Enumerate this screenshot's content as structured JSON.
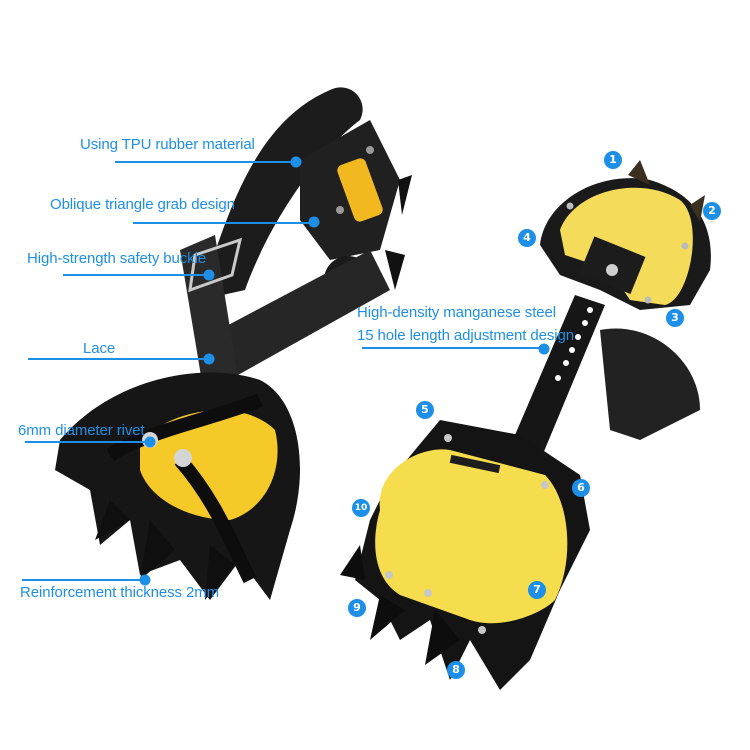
{
  "product": {
    "subject": "Crampons (pair)",
    "colors": {
      "accent": "#1e8fe6",
      "rubber": "#1a1a1a",
      "plate": "#f5d84a",
      "background": "#ffffff"
    }
  },
  "callouts": [
    {
      "id": "tpu",
      "text": "Using TPU rubber material"
    },
    {
      "id": "oblique",
      "text": "Oblique triangle grab design"
    },
    {
      "id": "buckle",
      "text": "High-strength safety buckle"
    },
    {
      "id": "lace",
      "text": "Lace"
    },
    {
      "id": "rivet",
      "text": "6mm diameter rivet"
    },
    {
      "id": "reinforce",
      "text": "Reinforcement thickness 2mm"
    },
    {
      "id": "steel",
      "text": "High-density manganese steel"
    },
    {
      "id": "adjust",
      "text": "15 hole length adjustment design"
    }
  ],
  "teeth_markers": [
    "1",
    "2",
    "3",
    "4",
    "5",
    "6",
    "7",
    "8",
    "9",
    "10"
  ]
}
